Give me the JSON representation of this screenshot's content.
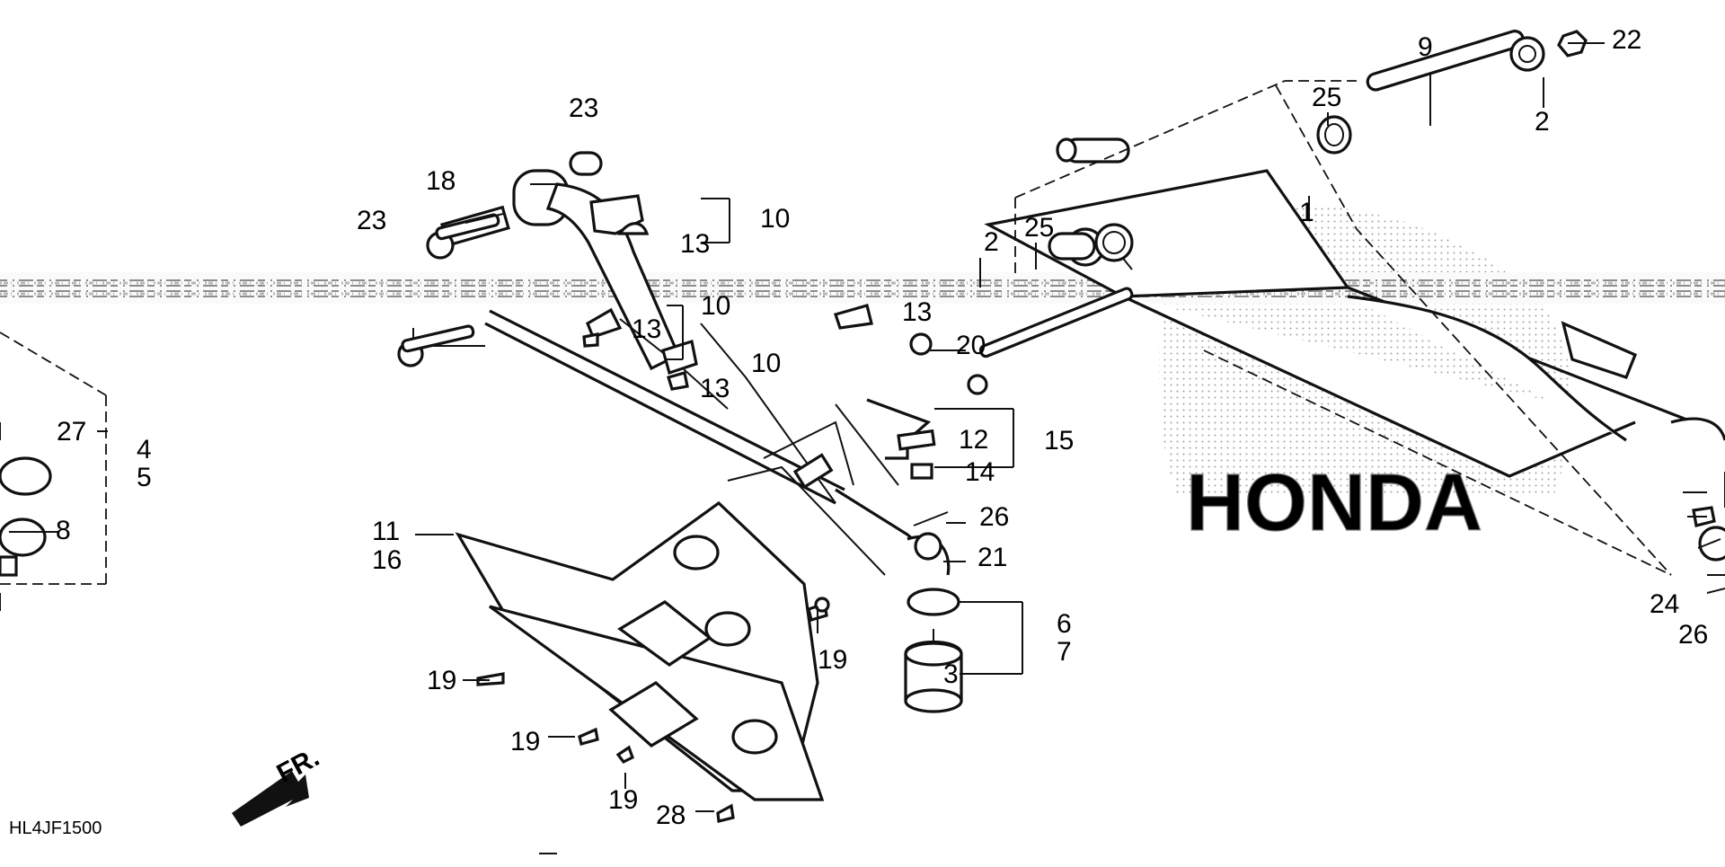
{
  "diagram": {
    "code": "HL4JF1500",
    "direction_label": "FR.",
    "watermark_text": "HONDA",
    "callouts": {
      "n1": "1",
      "n2a": "2",
      "n2b": "2",
      "n3": "3",
      "n4": "4",
      "n5": "5",
      "n6": "6",
      "n7": "7",
      "n8": "8",
      "n9": "9",
      "n10a": "10",
      "n10b": "10",
      "n10c": "10",
      "n11": "11",
      "n12": "12",
      "n13a": "13",
      "n13b": "13",
      "n13c": "13",
      "n13d": "13",
      "n14": "14",
      "n15": "15",
      "n16": "16",
      "n18": "18",
      "n19a": "19",
      "n19b": "19",
      "n19c": "19",
      "n19d": "19",
      "n20": "20",
      "n21": "21",
      "n22": "22",
      "n23a": "23",
      "n23b": "23",
      "n24": "24",
      "n25a": "25",
      "n25b": "25",
      "n26a": "26",
      "n26b": "26",
      "n27": "27",
      "n28": "28"
    }
  }
}
